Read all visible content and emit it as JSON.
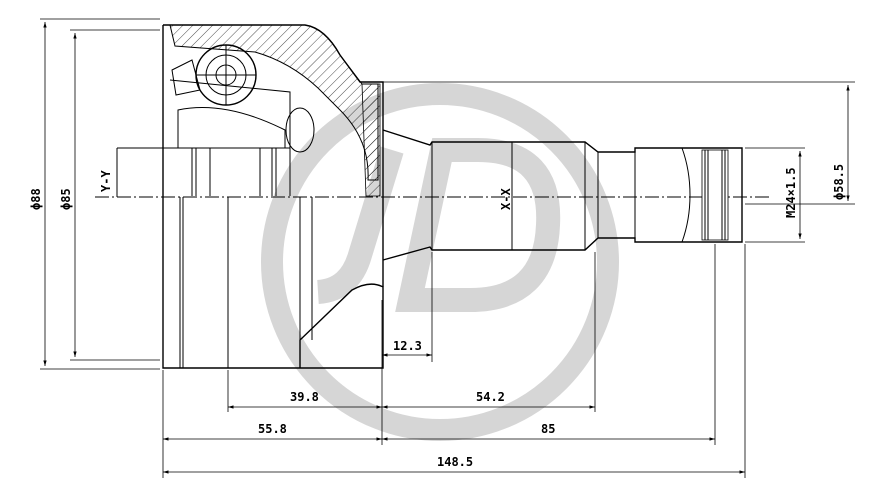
{
  "dimensions": {
    "overall_length": "148.5",
    "housing_length": "55.8",
    "shaft_length": "85",
    "inner_offset": "39.8",
    "stem_length": "54.2",
    "shoulder": "12.3",
    "outer_diameter": "ϕ88",
    "inner_diameter": "ϕ85",
    "seal_diameter": "ϕ58.5",
    "thread": "M24×1.5"
  },
  "section_labels": {
    "yy": "Y-Y",
    "xx": "X-X"
  },
  "watermark": {
    "letters": "JD",
    "color": "#d6d6d6"
  }
}
